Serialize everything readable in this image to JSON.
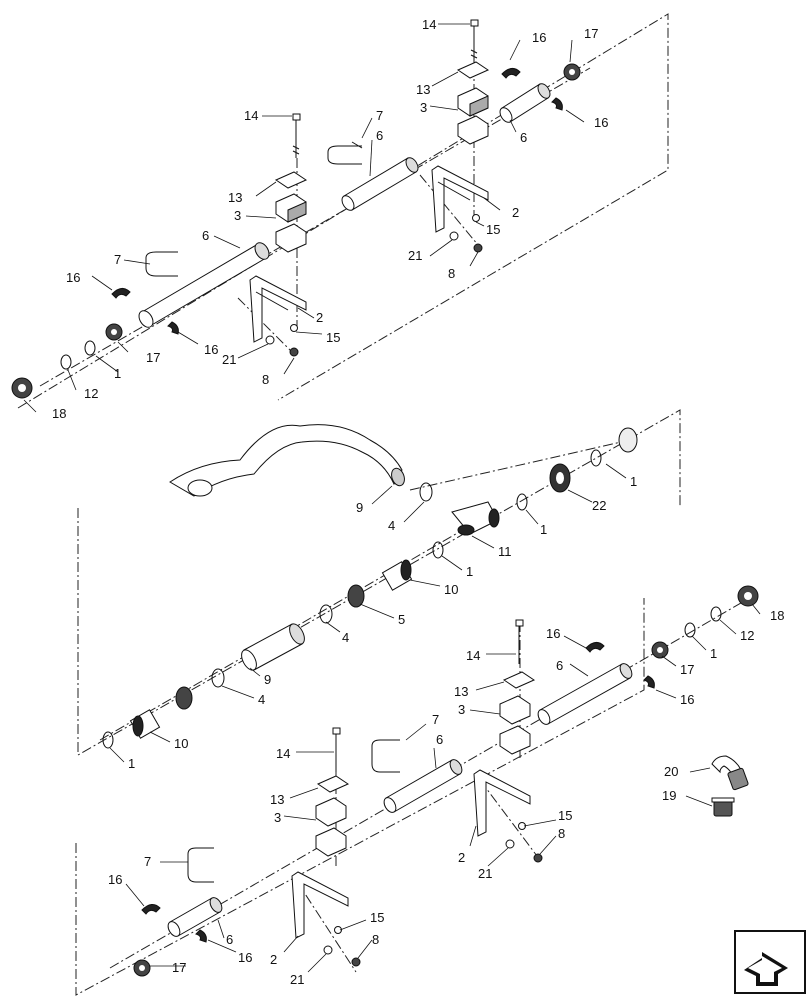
{
  "diagram": {
    "labels": [
      {
        "id": "t14",
        "text": "14"
      },
      {
        "id": "t13",
        "text": "13"
      },
      {
        "id": "t3",
        "text": "3"
      },
      {
        "id": "t16a",
        "text": "16"
      },
      {
        "id": "t17a",
        "text": "17"
      },
      {
        "id": "t16b",
        "text": "16"
      },
      {
        "id": "t6a",
        "text": "6"
      },
      {
        "id": "t7a",
        "text": "7"
      },
      {
        "id": "t6b",
        "text": "6"
      },
      {
        "id": "t2a",
        "text": "2"
      },
      {
        "id": "t15a",
        "text": "15"
      },
      {
        "id": "t21a",
        "text": "21"
      },
      {
        "id": "t8a",
        "text": "8"
      },
      {
        "id": "t14b",
        "text": "14"
      },
      {
        "id": "t13b",
        "text": "13"
      },
      {
        "id": "t3b",
        "text": "3"
      },
      {
        "id": "t7b",
        "text": "7"
      },
      {
        "id": "t6c",
        "text": "6"
      },
      {
        "id": "t16c",
        "text": "16"
      },
      {
        "id": "t17b",
        "text": "17"
      },
      {
        "id": "t16d",
        "text": "16"
      },
      {
        "id": "t2b",
        "text": "2"
      },
      {
        "id": "t15b",
        "text": "15"
      },
      {
        "id": "t21b",
        "text": "21"
      },
      {
        "id": "t8b",
        "text": "8"
      },
      {
        "id": "t18a",
        "text": "18"
      },
      {
        "id": "t12a",
        "text": "12"
      },
      {
        "id": "t1a",
        "text": "1"
      },
      {
        "id": "t1b",
        "text": "1"
      },
      {
        "id": "t22",
        "text": "22"
      },
      {
        "id": "t9a",
        "text": "9"
      },
      {
        "id": "t4a",
        "text": "4"
      },
      {
        "id": "t1c",
        "text": "1"
      },
      {
        "id": "t11",
        "text": "11"
      },
      {
        "id": "t1d",
        "text": "1"
      },
      {
        "id": "t10a",
        "text": "10"
      },
      {
        "id": "t5",
        "text": "5"
      },
      {
        "id": "t4b",
        "text": "4"
      },
      {
        "id": "t18b",
        "text": "18"
      },
      {
        "id": "t12b",
        "text": "12"
      },
      {
        "id": "t16e",
        "text": "16"
      },
      {
        "id": "t1e",
        "text": "1"
      },
      {
        "id": "t6d",
        "text": "6"
      },
      {
        "id": "t17c",
        "text": "17"
      },
      {
        "id": "t16f",
        "text": "16"
      },
      {
        "id": "t14c",
        "text": "14"
      },
      {
        "id": "t13c",
        "text": "13"
      },
      {
        "id": "t3c",
        "text": "3"
      },
      {
        "id": "t4c",
        "text": "4"
      },
      {
        "id": "t9b",
        "text": "9"
      },
      {
        "id": "t10b",
        "text": "10"
      },
      {
        "id": "t1f",
        "text": "1"
      },
      {
        "id": "t7c",
        "text": "7"
      },
      {
        "id": "t6e",
        "text": "6"
      },
      {
        "id": "t20",
        "text": "20"
      },
      {
        "id": "t19",
        "text": "19"
      },
      {
        "id": "t14d",
        "text": "14"
      },
      {
        "id": "t13d",
        "text": "13"
      },
      {
        "id": "t3d",
        "text": "3"
      },
      {
        "id": "t15c",
        "text": "15"
      },
      {
        "id": "t8c",
        "text": "8"
      },
      {
        "id": "t2c",
        "text": "2"
      },
      {
        "id": "t21c",
        "text": "21"
      },
      {
        "id": "t7d",
        "text": "7"
      },
      {
        "id": "t16g",
        "text": "16"
      },
      {
        "id": "t6f",
        "text": "6"
      },
      {
        "id": "t16h",
        "text": "16"
      },
      {
        "id": "t17d",
        "text": "17"
      },
      {
        "id": "t15d",
        "text": "15"
      },
      {
        "id": "t8d",
        "text": "8"
      },
      {
        "id": "t2d",
        "text": "2"
      },
      {
        "id": "t21d",
        "text": "21"
      }
    ],
    "nav_icon": "next-page-arrow-icon"
  }
}
